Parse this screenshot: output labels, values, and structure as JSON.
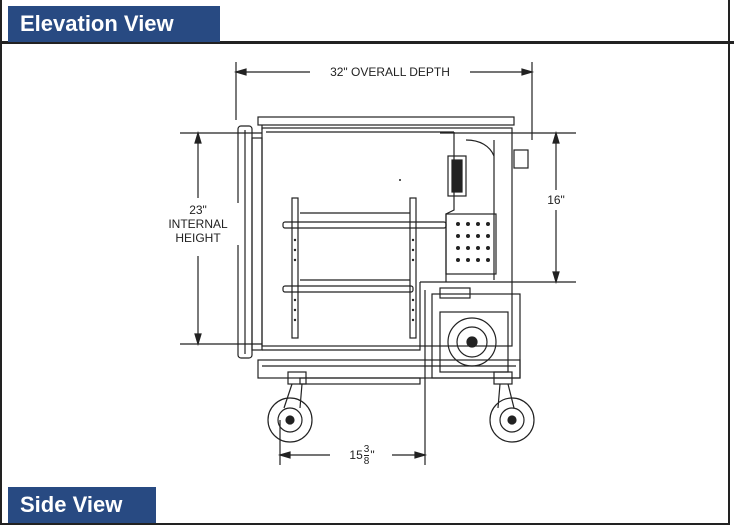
{
  "header": {
    "title": "Elevation View"
  },
  "footer": {
    "title": "Side View"
  },
  "dimensions": {
    "overall_depth": "32\" OVERALL DEPTH",
    "internal_height_value": "23\"",
    "internal_height_line1": "INTERNAL",
    "internal_height_line2": "HEIGHT",
    "right_height": "16\"",
    "bottom_whole": "15",
    "bottom_numerator": "3",
    "bottom_denominator": "8",
    "bottom_unit": "\""
  },
  "colors": {
    "tab_background": "#284a82",
    "tab_text": "#ffffff",
    "line": "#222222"
  }
}
